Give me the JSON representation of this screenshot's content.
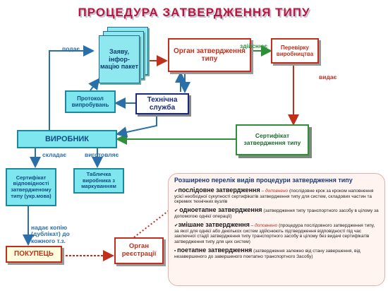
{
  "title": "ПРОЦЕДУРА   ЗАТВЕРДЖЕННЯ   ТИПУ",
  "nodes": {
    "application": "Заяву, інфор-мацію пакет",
    "approval_body": "Орган затвердження типу",
    "production_check": "Перевірку виробництва",
    "test_report": "Протокол випробувань",
    "tech_service": "Технічна служба",
    "manufacturer": "ВИРОБНИК",
    "type_certificate": "Сертифікат затвердження типу",
    "conformity_certificate": "Сертифікат відповідності затвердженому типу (укр.мова)",
    "marking_plate": "Табличка виробника з маркуванням",
    "buyer": "ПОКУПЕЦЬ",
    "registration_body": "Орган реєстрації"
  },
  "edge_labels": {
    "submits": "подає",
    "performs": "здійснює",
    "issues": "видає",
    "drafts": "складає",
    "makes": "виготовляє",
    "provides": "надає копію (дублікат) до кожного т.з."
  },
  "info": {
    "heading": "Розширено перелік видів процедури затвердження типу",
    "items": [
      {
        "term": "послідовне затвердження",
        "dash": " – ",
        "tag": "доповнено",
        "desc": " (послідовне крок за кроком наповнення усієї необхідної сукупності сертифікатів затвердження типу для систем, складових частин та окремих технічних вузлів"
      },
      {
        "term": "одноетапне затвердження",
        "dash": " ",
        "tag": "",
        "desc": "(затвердження типу транспортного засобу в цілому за допомогою однієї операції)"
      },
      {
        "term": "змішане затвердження",
        "dash": " – ",
        "tag": "доповнено",
        "desc": " (процедура послідовного затвердження типу, за якої для однієї або декількох систем здійснюють підтвердження відповідності під час заключної стадії затвердження типу транспортного засобу в цілому без видачі сертифікатів затвердження типу для цих систем)"
      },
      {
        "term": "поетапне затвердження",
        "dash": " ",
        "tag": "",
        "desc": "(затвердження залежно від стану завершення, від незавершеного до завершеного поетапно транспортного Засобу)"
      }
    ]
  }
}
